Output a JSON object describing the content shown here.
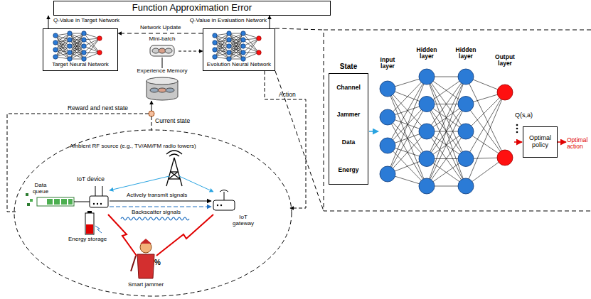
{
  "diagram": {
    "nodes": [
      {
        "text": [
          "Function Approximation Error"
        ]
      },
      {
        "text": [
          "Target Neural Network"
        ]
      },
      {
        "text": [
          "Evolution Neural Network"
        ]
      },
      {
        "text": [
          "Experience Memory"
        ]
      },
      {
        "text": [
          "Mini-batch"
        ]
      },
      {
        "text": [
          "State",
          "Channel",
          "Jammer",
          "Data",
          "Energy"
        ]
      },
      {
        "text": [
          "Optimal policy"
        ]
      }
    ],
    "edges": [
      {
        "from": 1,
        "to": 0,
        "arrow": "to",
        "label": "Q-Value in Target Network"
      },
      {
        "from": 2,
        "to": 0,
        "arrow": "to",
        "label": "Q-Value in Evaluation Network"
      },
      {
        "from": 2,
        "to": 1,
        "arrow": "to",
        "label": "Network Update"
      },
      {
        "from": 3,
        "to": 4,
        "arrow": "none"
      },
      {
        "from": 4,
        "to": 2,
        "arrow": "to"
      }
    ],
    "labels": [
      "Reward and next state",
      "Current state",
      "Action",
      "Ambient RF source (e.g., TV/AM/FM radio towers)",
      "IoT device",
      "Data queue",
      "Actively transmit signals",
      "Backscatter signals",
      "Energy storage",
      "IoT gateway",
      "Smart jammer",
      "%",
      "Input layer",
      "Hidden layer",
      "Hidden layer",
      "Output layer",
      "Q(s,a)",
      "Optimal action"
    ]
  }
}
